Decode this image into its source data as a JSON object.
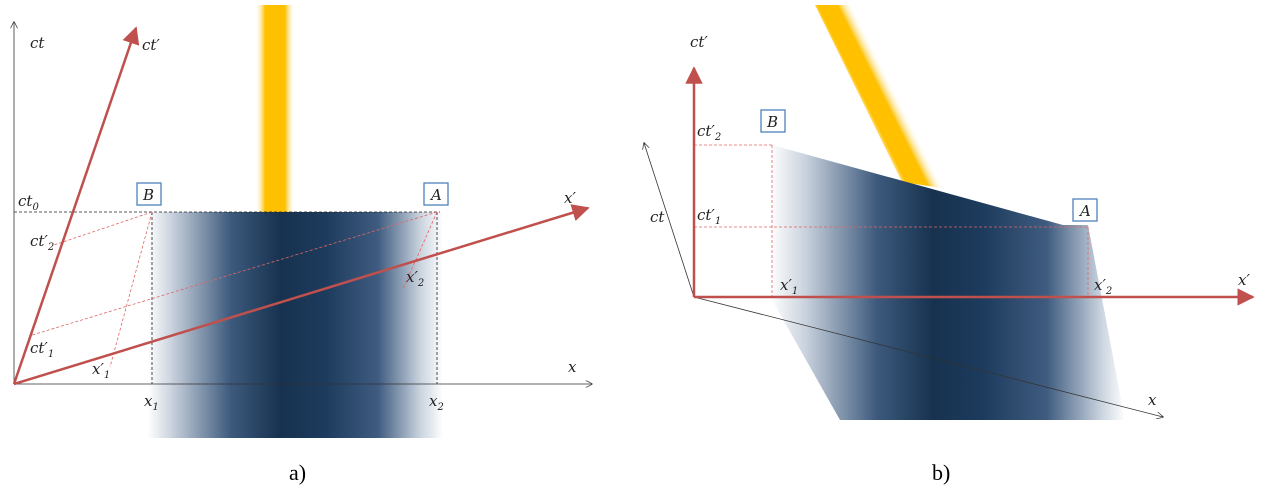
{
  "colors": {
    "frame_axis": "#c0504d",
    "rest_axis": "#333333",
    "guide": "#e06666",
    "point_box": "#4f81bd",
    "beam": "#ffc000",
    "rod_dark": "#17324f"
  },
  "panel_a": {
    "caption": "a)",
    "axes": {
      "ct": "ct",
      "ct_prime": "ct′",
      "x": "x",
      "x_prime": "x′"
    },
    "labels": {
      "ct0": "ct",
      "ct0_sub": "0",
      "ct2p": "ct′",
      "ct2p_sub": "2",
      "ct1p": "ct′",
      "ct1p_sub": "1",
      "x1p": "x′",
      "x1p_sub": "1",
      "x2p": "x′",
      "x2p_sub": "2",
      "x1": "x",
      "x1_sub": "1",
      "x2": "x",
      "x2_sub": "2"
    },
    "points": {
      "B": "B",
      "A": "A"
    }
  },
  "panel_b": {
    "caption": "b)",
    "axes": {
      "ct": "ct",
      "ct_prime": "ct′",
      "x": "x",
      "x_prime": "x′"
    },
    "labels": {
      "ct2p": "ct′",
      "ct2p_sub": "2",
      "ct1p": "ct′",
      "ct1p_sub": "1",
      "x1p": "x′",
      "x1p_sub": "1",
      "x2p": "x′",
      "x2p_sub": "2"
    },
    "points": {
      "B": "B",
      "A": "A"
    }
  }
}
